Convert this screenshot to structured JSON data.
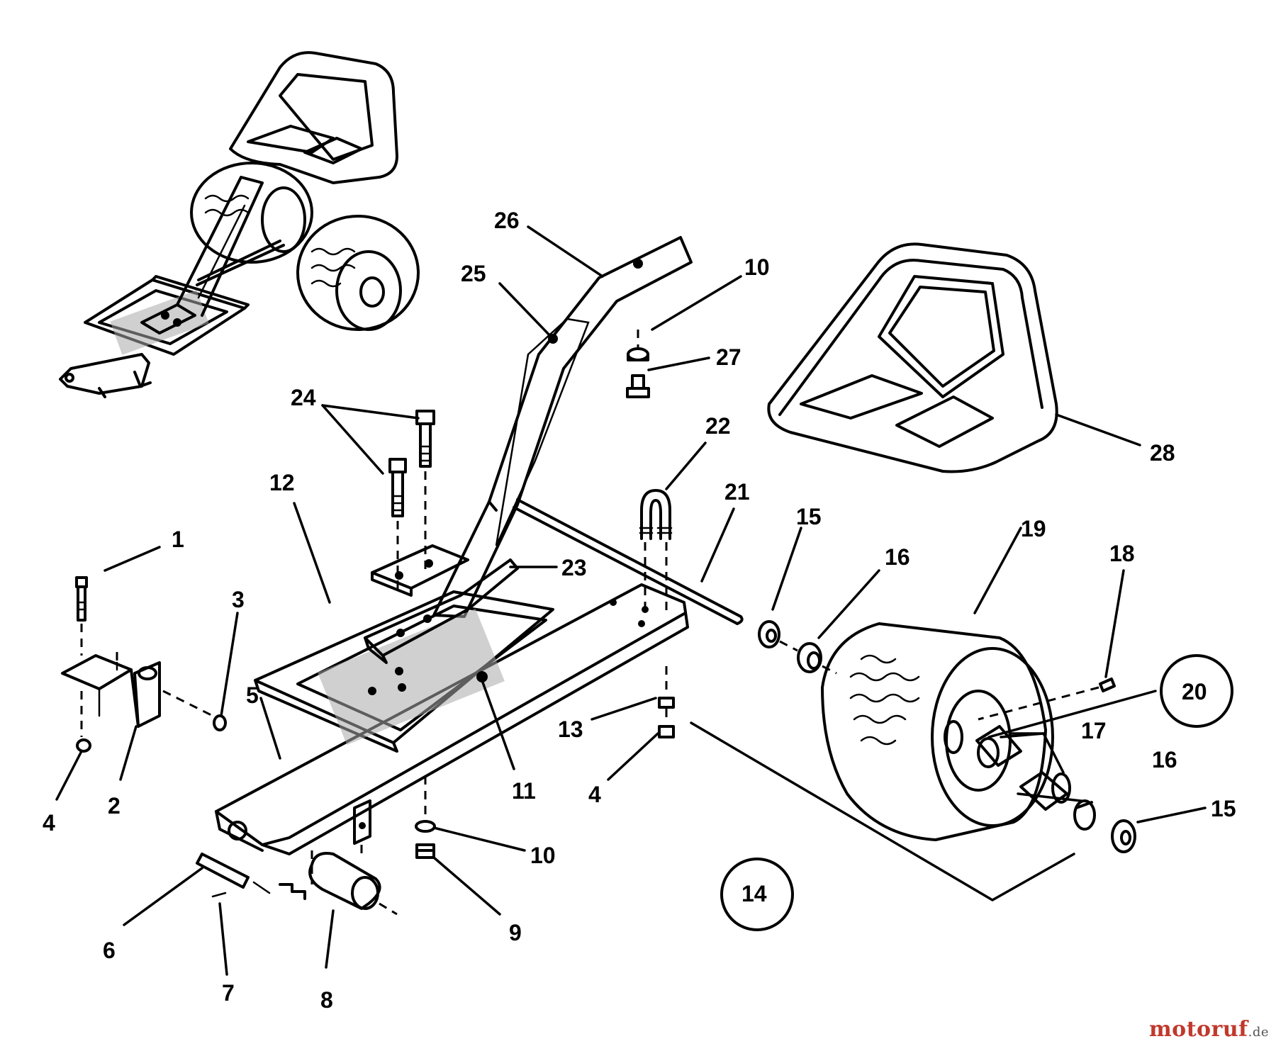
{
  "labels": {
    "l1": "1",
    "l2": "2",
    "l3": "3",
    "l4a": "4",
    "l4b": "4",
    "l5": "5",
    "l6": "6",
    "l7": "7",
    "l8": "8",
    "l9": "9",
    "l10a": "10",
    "l10b": "10",
    "l11": "11",
    "l12": "12",
    "l13": "13",
    "l14": "14",
    "l15a": "15",
    "l15b": "15",
    "l16a": "16",
    "l16b": "16",
    "l17": "17",
    "l18": "18",
    "l19": "19",
    "l20": "20",
    "l21": "21",
    "l22": "22",
    "l23": "23",
    "l24": "24",
    "l25": "25",
    "l26": "26",
    "l27": "27",
    "l28": "28"
  },
  "watermark": {
    "name": "motoruf",
    "tld": ".de"
  },
  "colors": {
    "line": "#000000",
    "background": "#ffffff",
    "watermark": "#c0392b"
  }
}
